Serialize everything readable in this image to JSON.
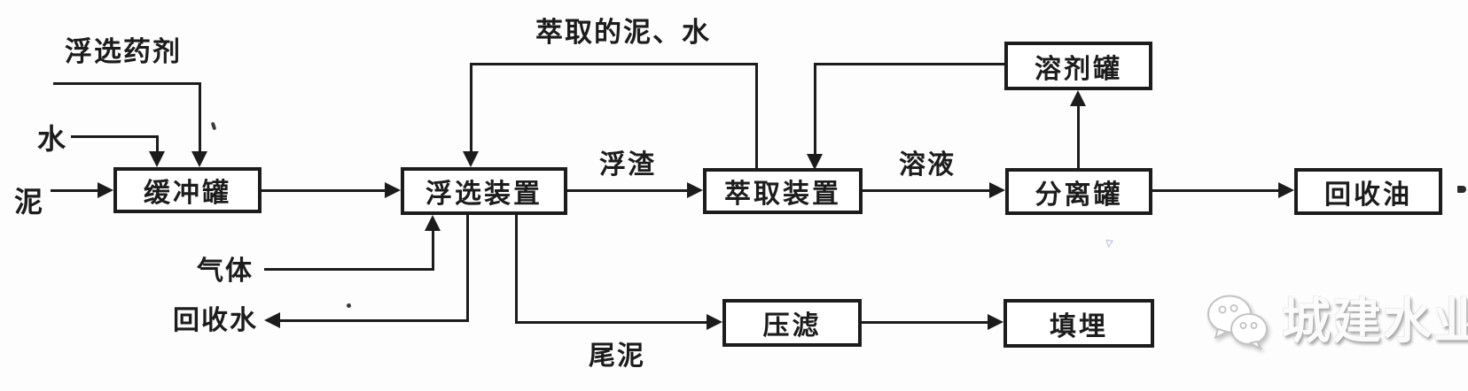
{
  "diagram": {
    "boxes": {
      "buffer_tank": "缓冲罐",
      "flotation_unit": "浮选装置",
      "extraction_unit": "萃取装置",
      "solvent_tank": "溶剂罐",
      "separation_tank": "分离罐",
      "recovered_oil": "回收油",
      "press_filter": "压滤",
      "landfill": "填埋"
    },
    "labels": {
      "flotation_agent": "浮选药剂",
      "water": "水",
      "mud": "泥",
      "extracted_mud_water": "萃取的泥、水",
      "scum": "浮渣",
      "solution": "溶液",
      "gas": "气体",
      "recovered_water": "回收水",
      "tail_mud": "尾泥"
    },
    "colors": {
      "line": "#1c1c1c",
      "box_background": "#ffffff",
      "background": "#fdfdfd",
      "artifact_blue": "#a9b7d9",
      "watermark_gray": "#a7a7a7"
    },
    "artifacts": {
      "blue_glyph": "▿"
    }
  },
  "watermark": {
    "icon": "wechat-icon",
    "text": "城建水业"
  }
}
